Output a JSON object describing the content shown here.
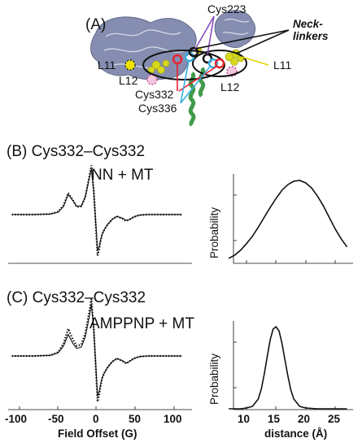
{
  "panel_a": {
    "label": "(A)",
    "labels": {
      "cys223": "Cys223",
      "neck_linkers": "Neck-\nlinkers",
      "l11_left": "L11",
      "l12_left": "L12",
      "cys332": "Cys332",
      "cys336": "Cys336",
      "l11_right": "L11",
      "l12_right": "L12"
    },
    "colors": {
      "protein": "#7f88ad",
      "helix": "#3f9a4a",
      "label_sphere": "#d6d81b",
      "cys_red": "#e8222b",
      "cys_blue": "#3aaee0",
      "line_purple": "#8a4fc0",
      "line_black": "#111111",
      "line_yellow": "#e6d200",
      "loop_magenta": "#c0307a"
    }
  },
  "panel_b": {
    "label": "(B) Cys332–Cys332",
    "condition": "NN + MT",
    "prob_label": "Probability"
  },
  "panel_c": {
    "label": "(C) Cys332–Cys332",
    "condition": "AMPPNP + MT",
    "prob_label": "Probability"
  },
  "axes": {
    "field_ticks": [
      "-100",
      "-50",
      "0",
      "50",
      "100"
    ],
    "field_title": "Field Offset (G)",
    "distance_ticks": [
      "10",
      "15",
      "20",
      "25"
    ],
    "distance_title": "distance (Å)"
  },
  "chart_data": [
    {
      "type": "line",
      "name": "panel-b-epr",
      "xlim": [
        -110,
        110
      ],
      "series": [
        {
          "style": "solid",
          "x": [
            -110,
            -80,
            -60,
            -50,
            -43,
            -37,
            -31,
            -26,
            -20,
            -15,
            -10,
            -7,
            -4,
            -1,
            1,
            3,
            5,
            7,
            10,
            14,
            20,
            26,
            33,
            38,
            43,
            48,
            55,
            65,
            80,
            110
          ],
          "y": [
            0,
            0,
            0.01,
            0.04,
            0.14,
            0.34,
            0.24,
            0.14,
            0.15,
            0.3,
            0.6,
            0.78,
            0.4,
            -0.2,
            -0.62,
            -0.55,
            -0.42,
            -0.33,
            -0.25,
            -0.17,
            -0.08,
            -0.03,
            -0.06,
            -0.1,
            -0.08,
            -0.04,
            -0.01,
            0,
            0,
            0
          ]
        },
        {
          "style": "dotted",
          "x": [
            -110,
            -80,
            -60,
            -50,
            -43,
            -37,
            -31,
            -26,
            -20,
            -15,
            -10,
            -7,
            -4,
            -1,
            1,
            3,
            5,
            7,
            10,
            14,
            20,
            26,
            33,
            38,
            43,
            48,
            55,
            65,
            80,
            110
          ],
          "y": [
            0,
            0,
            0.01,
            0.05,
            0.16,
            0.37,
            0.25,
            0.13,
            0.14,
            0.3,
            0.63,
            0.84,
            0.42,
            -0.25,
            -0.7,
            -0.6,
            -0.45,
            -0.34,
            -0.25,
            -0.17,
            -0.08,
            -0.03,
            -0.07,
            -0.11,
            -0.08,
            -0.04,
            -0.01,
            0,
            0,
            0
          ]
        }
      ]
    },
    {
      "type": "line",
      "name": "panel-b-distance",
      "xlim": [
        7,
        27
      ],
      "series": [
        {
          "name": "",
          "x": [
            7,
            8,
            9,
            10,
            11,
            12,
            13,
            14,
            15,
            16,
            17,
            18,
            19,
            20,
            21,
            22,
            23,
            24,
            25,
            26,
            27
          ],
          "y": [
            0.05,
            0.09,
            0.15,
            0.23,
            0.32,
            0.43,
            0.55,
            0.67,
            0.78,
            0.88,
            0.95,
            0.99,
            1.0,
            0.97,
            0.91,
            0.81,
            0.69,
            0.55,
            0.41,
            0.29,
            0.19
          ]
        }
      ]
    },
    {
      "type": "line",
      "name": "panel-c-epr",
      "xlim": [
        -110,
        110
      ],
      "series": [
        {
          "style": "solid",
          "x": [
            -110,
            -80,
            -60,
            -50,
            -43,
            -37,
            -31,
            -26,
            -20,
            -15,
            -10,
            -7,
            -4,
            -1,
            1,
            3,
            5,
            7,
            10,
            14,
            20,
            26,
            33,
            38,
            43,
            48,
            55,
            65,
            80,
            110
          ],
          "y": [
            0,
            0,
            0.01,
            0.05,
            0.16,
            0.34,
            0.2,
            0.12,
            0.14,
            0.3,
            0.6,
            0.82,
            0.42,
            -0.2,
            -0.64,
            -0.56,
            -0.44,
            -0.34,
            -0.26,
            -0.18,
            -0.09,
            -0.04,
            -0.07,
            -0.11,
            -0.08,
            -0.04,
            -0.01,
            0,
            0,
            0
          ]
        },
        {
          "style": "dotted",
          "x": [
            -110,
            -80,
            -60,
            -50,
            -43,
            -37,
            -31,
            -26,
            -20,
            -15,
            -10,
            -7,
            -4,
            -1,
            1,
            3,
            5,
            7,
            10,
            14,
            20,
            26,
            33,
            38,
            43,
            48,
            55,
            65,
            80,
            110
          ],
          "y": [
            0,
            0,
            0.01,
            0.06,
            0.2,
            0.43,
            0.26,
            0.16,
            0.18,
            0.36,
            0.68,
            0.9,
            0.45,
            -0.25,
            -0.72,
            -0.62,
            -0.47,
            -0.35,
            -0.26,
            -0.18,
            -0.09,
            -0.04,
            -0.08,
            -0.12,
            -0.08,
            -0.04,
            -0.01,
            0,
            0,
            0
          ]
        }
      ]
    },
    {
      "type": "line",
      "name": "panel-c-distance",
      "xlim": [
        7,
        27
      ],
      "series": [
        {
          "name": "",
          "x": [
            7,
            8,
            9,
            10,
            11,
            12,
            12.5,
            13,
            13.5,
            14,
            14.5,
            15,
            15.5,
            16,
            16.5,
            17,
            17.5,
            18,
            19,
            20,
            22,
            24,
            27
          ],
          "y": [
            0,
            0,
            0,
            0.01,
            0.03,
            0.12,
            0.24,
            0.42,
            0.63,
            0.84,
            0.97,
            1.0,
            0.95,
            0.8,
            0.6,
            0.4,
            0.23,
            0.12,
            0.03,
            0.01,
            0,
            0,
            0
          ]
        }
      ]
    }
  ]
}
